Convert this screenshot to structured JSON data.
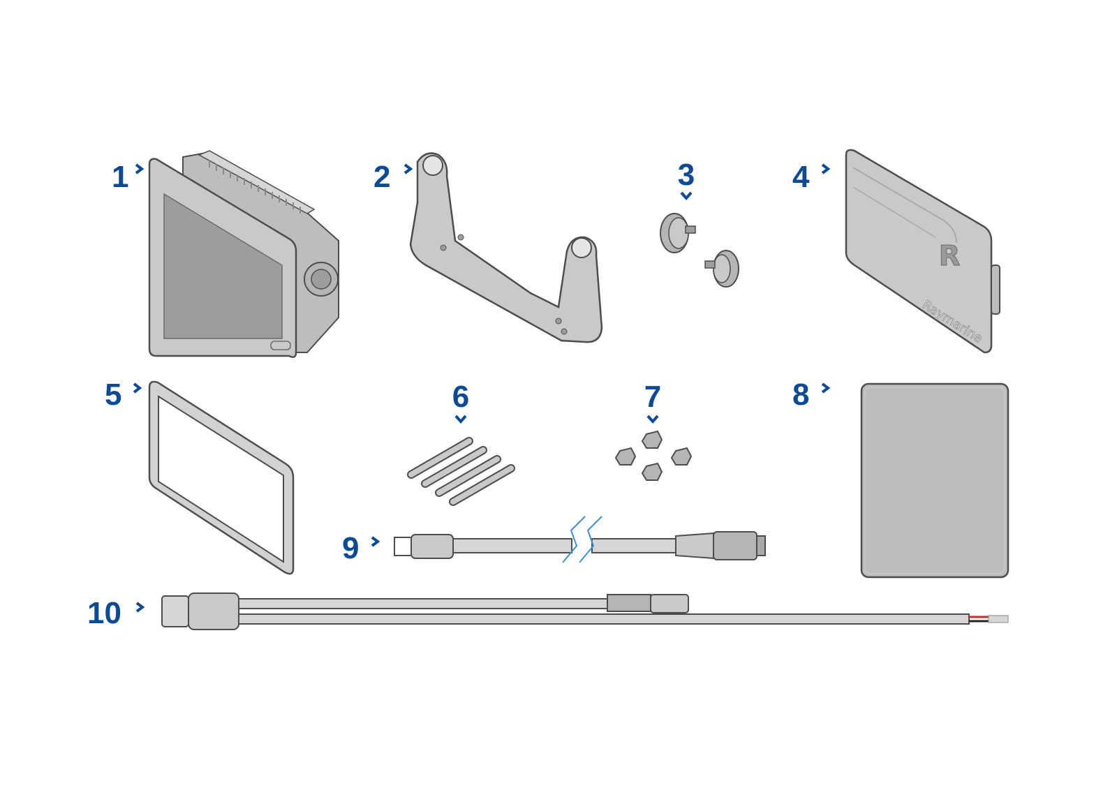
{
  "colors": {
    "accent": "#0b4a97",
    "part_fill": "#c9c9c9",
    "part_dark": "#a9a9a9",
    "part_light": "#dcdcdc",
    "outline": "#4d4d4d",
    "cable_break": "#3a8fd6",
    "wire_red": "#d42a20",
    "wire_black": "#222222"
  },
  "callouts": [
    {
      "label": "1"
    },
    {
      "label": "2"
    },
    {
      "label": "3"
    },
    {
      "label": "4"
    },
    {
      "label": "5"
    },
    {
      "label": "6"
    },
    {
      "label": "7"
    },
    {
      "label": "8"
    },
    {
      "label": "9"
    },
    {
      "label": "10"
    }
  ],
  "sun_cover": {
    "logo": "R",
    "brand": "Raymarine"
  },
  "icons": {
    "pointer_right": "chevron-right-icon",
    "pointer_down": "chevron-down-icon"
  }
}
